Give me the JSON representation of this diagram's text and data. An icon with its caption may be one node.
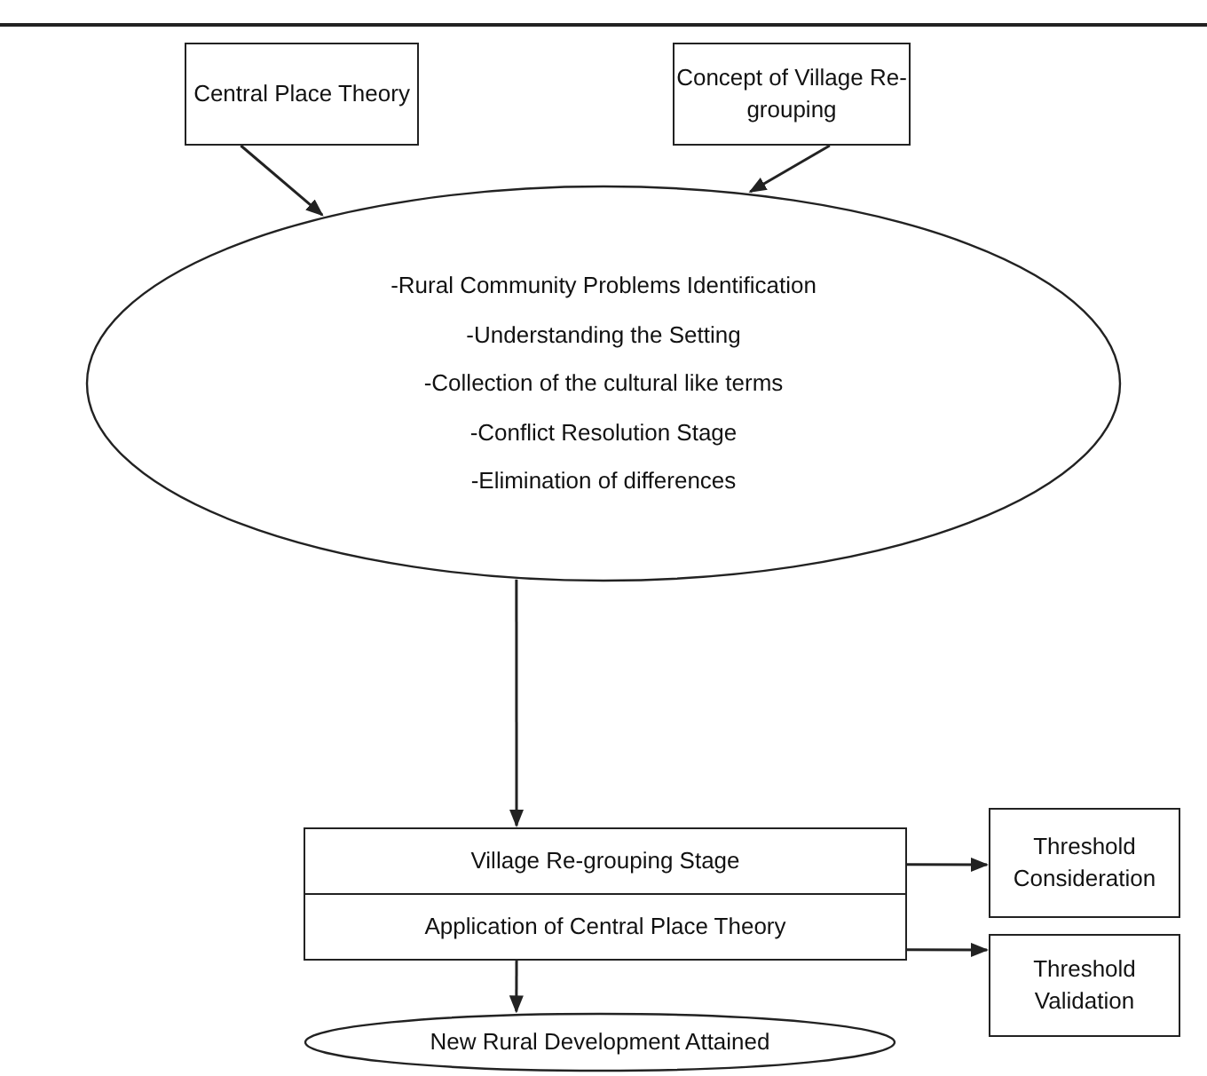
{
  "diagram": {
    "nodes": [
      {
        "text": [
          "Central Place Theory"
        ]
      },
      {
        "text": [
          "Concept of Village Re-grouping"
        ]
      },
      {
        "text": [
          "-Rural Community Problems Identification",
          "-Understanding the Setting",
          "-Collection of the cultural like terms",
          "-Conflict Resolution Stage",
          "-Elimination of differences"
        ]
      },
      {
        "text": [
          "Village Re-grouping Stage"
        ]
      },
      {
        "text": [
          "Application of Central Place Theory"
        ]
      },
      {
        "text": [
          "Threshold Consideration"
        ]
      },
      {
        "text": [
          "Threshold Validation"
        ]
      },
      {
        "text": [
          "New Rural Development Attained"
        ]
      }
    ],
    "edges": [
      {
        "from": 0,
        "to": 2,
        "arrow": "to"
      },
      {
        "from": 1,
        "to": 2,
        "arrow": "to"
      },
      {
        "from": 2,
        "to": 3,
        "arrow": "to"
      },
      {
        "from": 3,
        "to": 5,
        "arrow": "to"
      },
      {
        "from": 4,
        "to": 6,
        "arrow": "to"
      },
      {
        "from": 4,
        "to": 7,
        "arrow": "to"
      }
    ]
  }
}
